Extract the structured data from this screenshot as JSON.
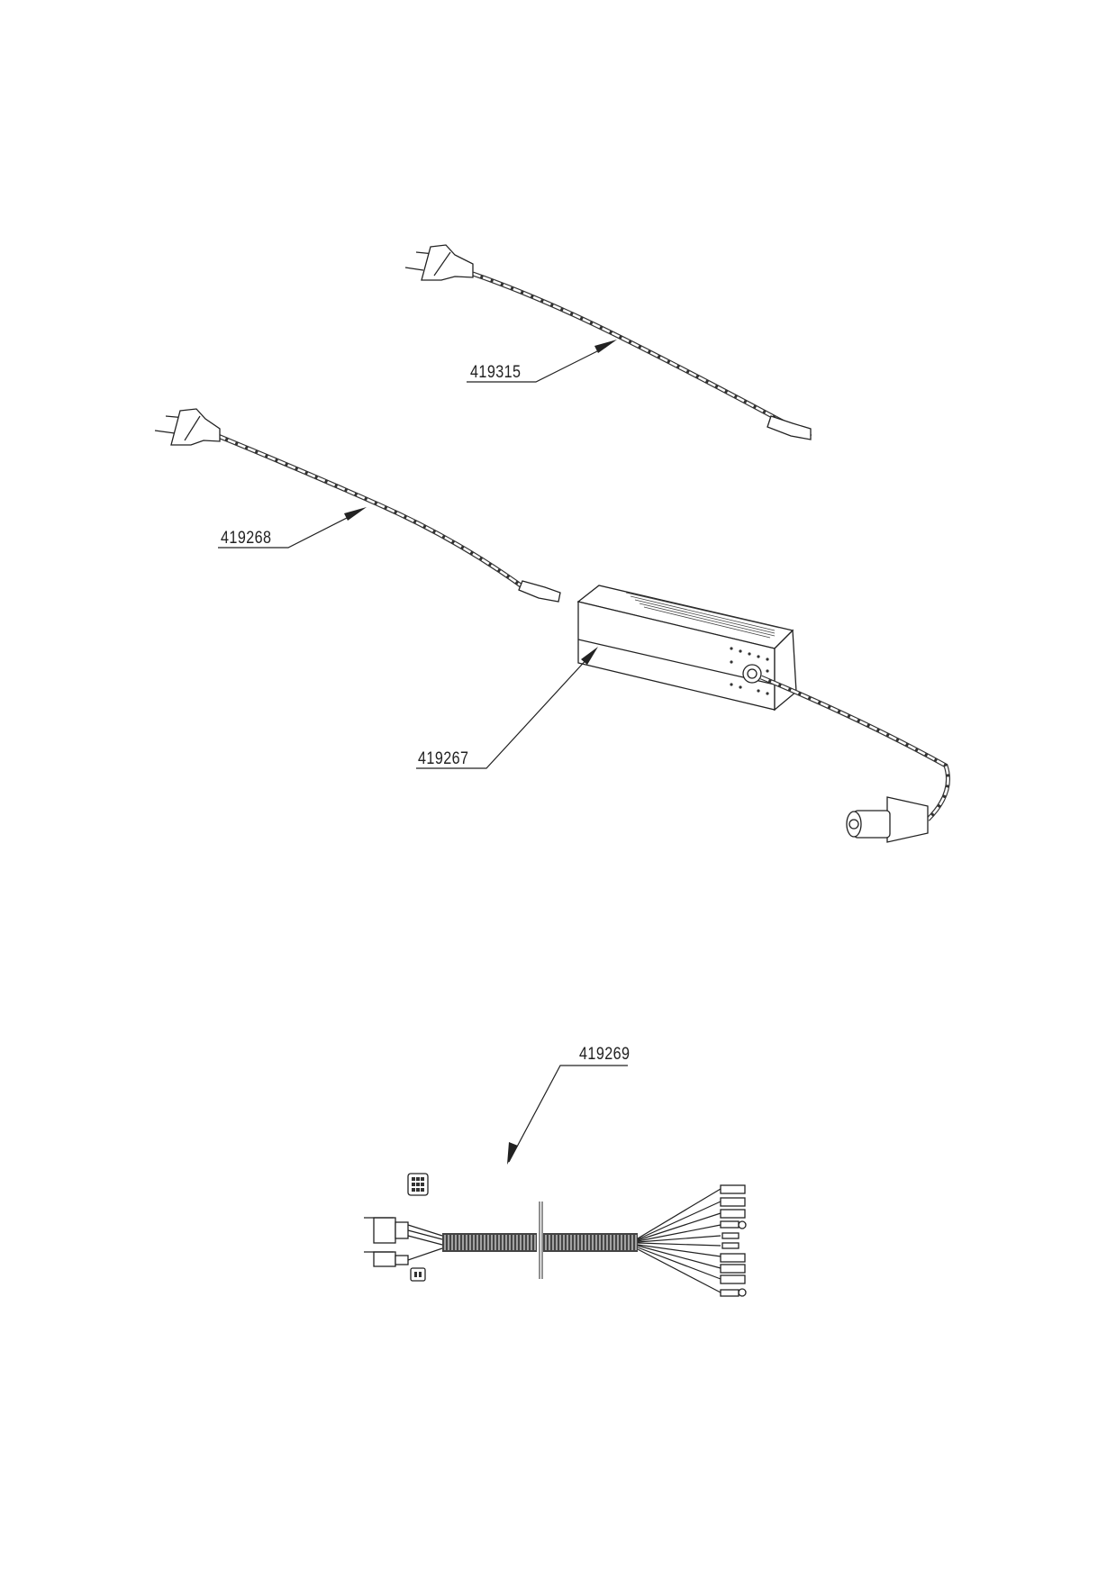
{
  "parts": [
    {
      "id": "power-cord-1",
      "label": "419315"
    },
    {
      "id": "power-cord-2",
      "label": "419268"
    },
    {
      "id": "charger",
      "label": "419267"
    },
    {
      "id": "wiring-harness",
      "label": "419269"
    }
  ]
}
